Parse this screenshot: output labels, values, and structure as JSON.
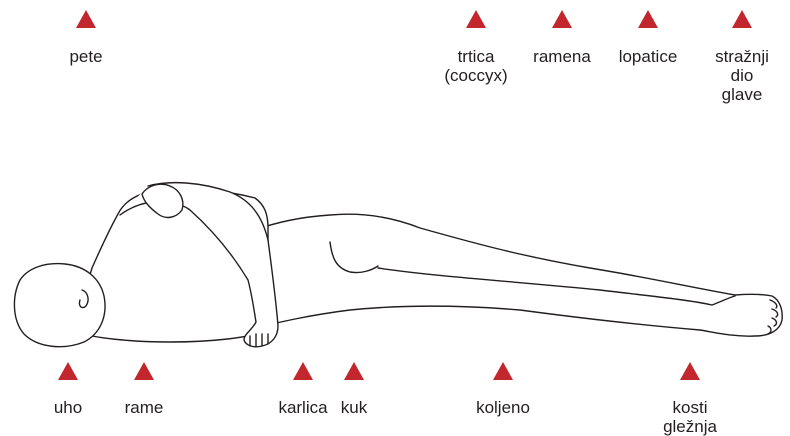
{
  "colors": {
    "marker": "#c1272d",
    "ink": "#231f20",
    "background": "#ffffff"
  },
  "top_points": [
    {
      "id": "pete",
      "lines": [
        "pete"
      ]
    },
    {
      "id": "trtica",
      "lines": [
        "trtica",
        "(coccyx)"
      ]
    },
    {
      "id": "ramena",
      "lines": [
        "ramena"
      ]
    },
    {
      "id": "lopatice",
      "lines": [
        "lopatice"
      ]
    },
    {
      "id": "straznji",
      "lines": [
        "stražnji",
        "dio",
        "glave"
      ]
    }
  ],
  "bottom_points": [
    {
      "id": "uho",
      "lines": [
        "uho"
      ]
    },
    {
      "id": "rame",
      "lines": [
        "rame"
      ]
    },
    {
      "id": "karlica",
      "lines": [
        "karlica"
      ]
    },
    {
      "id": "kuk",
      "lines": [
        "kuk"
      ]
    },
    {
      "id": "koljeno",
      "lines": [
        "koljeno"
      ]
    },
    {
      "id": "kosti",
      "lines": [
        "kosti",
        "gležnja"
      ]
    }
  ]
}
